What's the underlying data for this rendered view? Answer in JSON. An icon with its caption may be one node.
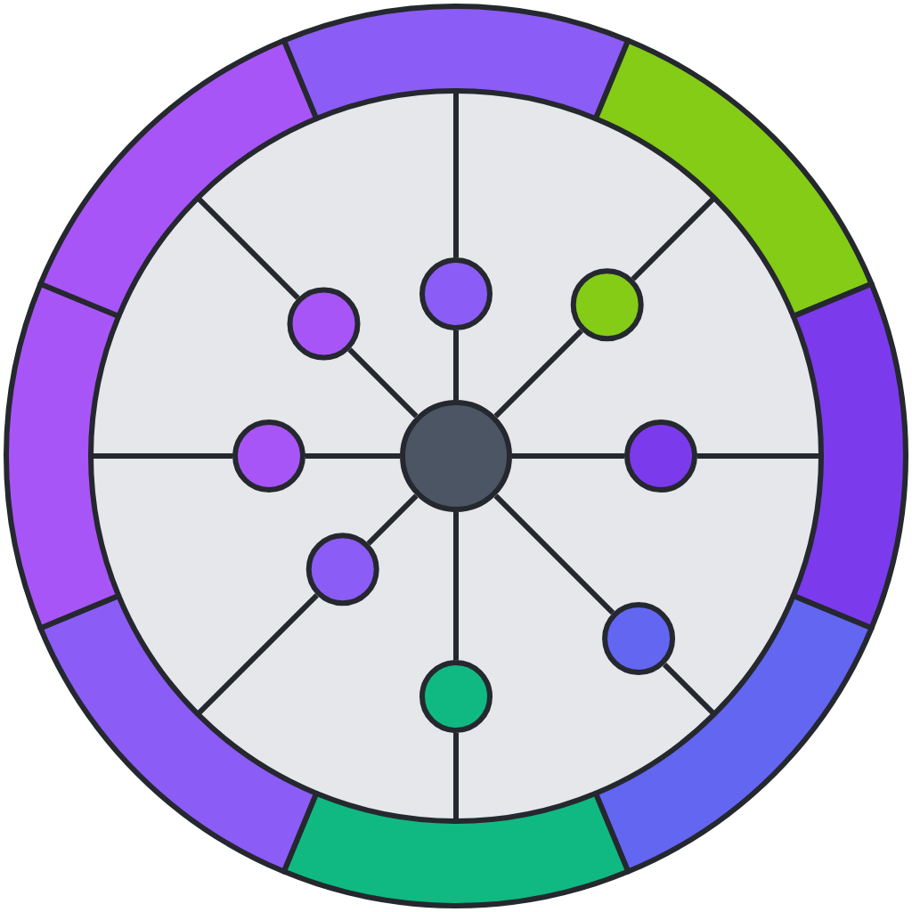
{
  "diagram": {
    "nodes": [
      {
        "text": [],
        "shape": "circle"
      },
      {
        "text": [],
        "shape": "circle"
      },
      {
        "text": [],
        "shape": "circle"
      },
      {
        "text": [],
        "shape": "circle"
      },
      {
        "text": [],
        "shape": "circle"
      },
      {
        "text": [],
        "shape": "circle"
      },
      {
        "text": [],
        "shape": "circle"
      },
      {
        "text": [],
        "shape": "circle"
      },
      {
        "text": [],
        "shape": "circle"
      },
      {
        "text": [],
        "shape": "band"
      },
      {
        "text": [],
        "shape": "band"
      },
      {
        "text": [],
        "shape": "band"
      },
      {
        "text": [],
        "shape": "band"
      },
      {
        "text": [],
        "shape": "band"
      },
      {
        "text": [],
        "shape": "band"
      },
      {
        "text": [],
        "shape": "band"
      },
      {
        "text": [],
        "shape": "band"
      }
    ],
    "edges": [
      {
        "from": 0,
        "to": 1,
        "arrow": "none"
      },
      {
        "from": 0,
        "to": 2,
        "arrow": "none"
      },
      {
        "from": 0,
        "to": 3,
        "arrow": "none"
      },
      {
        "from": 0,
        "to": 4,
        "arrow": "none"
      },
      {
        "from": 0,
        "to": 5,
        "arrow": "none"
      },
      {
        "from": 0,
        "to": 6,
        "arrow": "none"
      },
      {
        "from": 0,
        "to": 7,
        "arrow": "none"
      },
      {
        "from": 0,
        "to": 8,
        "arrow": "none"
      },
      {
        "from": 1,
        "to": 9,
        "arrow": "none"
      },
      {
        "from": 2,
        "to": 10,
        "arrow": "none"
      },
      {
        "from": 3,
        "to": 11,
        "arrow": "none"
      },
      {
        "from": 4,
        "to": 12,
        "arrow": "none"
      },
      {
        "from": 5,
        "to": 13,
        "arrow": "none"
      },
      {
        "from": 6,
        "to": 14,
        "arrow": "none"
      },
      {
        "from": 7,
        "to": 15,
        "arrow": "none"
      },
      {
        "from": 8,
        "to": 16,
        "arrow": "none"
      }
    ]
  }
}
